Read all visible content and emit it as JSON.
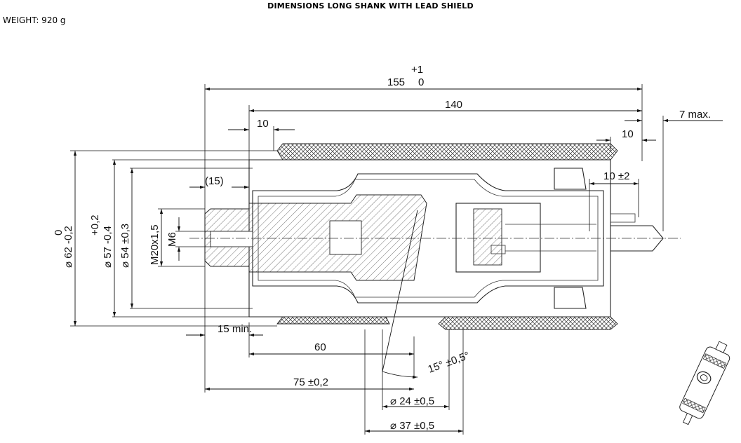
{
  "title": "DIMENSIONS LONG SHANK WITH LEAD SHIELD",
  "weight": "WEIGHT: 920 g",
  "dimensions": {
    "overall_tol": "+1",
    "overall_len": "155",
    "overall_tol_low": "0",
    "len_140": "140",
    "len_10_left": "10",
    "len_10_right": "10",
    "max_7": "7 max.",
    "paren_15": "(15)",
    "tol_10_2": "10 ±2",
    "dia_62_zero": "0",
    "dia_62": "⌀ 62 -0,2",
    "dia_57_tol": "+0,2",
    "dia_57": "⌀ 57  -0,4",
    "dia_54": "⌀ 54 ±0,3",
    "thread_m20": "M20x1,5",
    "thread_m6": "M6",
    "min_15": "15 min.",
    "len_60": "60",
    "len_75": "75 ±0,2",
    "angle": "15° ±0,5°",
    "dia_24": "⌀ 24 ±0,5",
    "dia_37": "⌀ 37 ±0,5"
  }
}
